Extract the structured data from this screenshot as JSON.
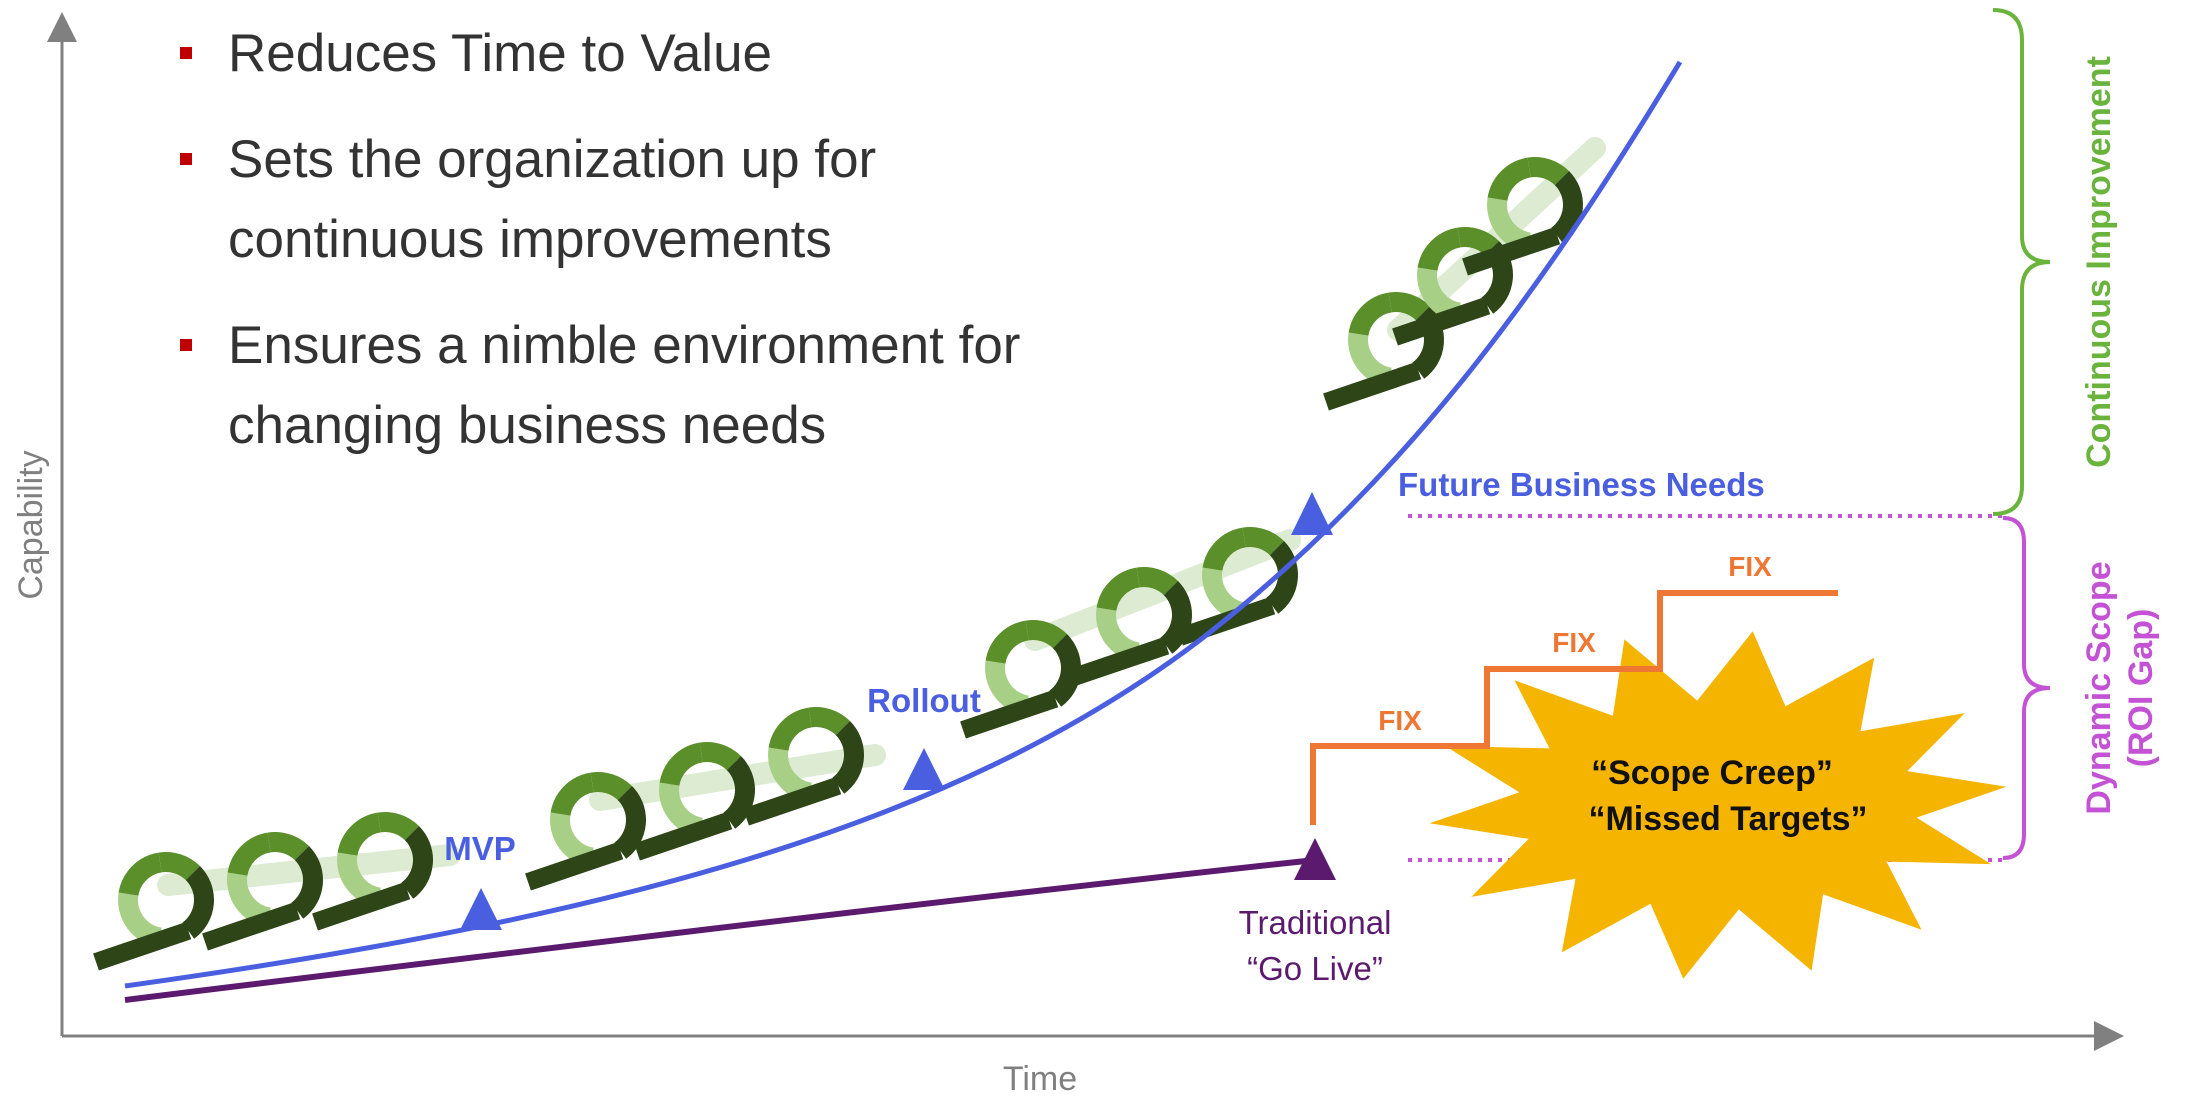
{
  "bullets": [
    {
      "text": "Reduces Time to Value"
    },
    {
      "text": "Sets the organization up for continuous improvements"
    },
    {
      "text": "Ensures a nimble environment  for changing business needs"
    }
  ],
  "axes": {
    "x_label": "Time",
    "y_label": "Capability"
  },
  "milestones": {
    "mvp": "MVP",
    "rollout": "Rollout",
    "traditional_line1": "Traditional",
    "traditional_line2": "“Go Live”",
    "future": "Future Business Needs"
  },
  "fixes": [
    "FIX",
    "FIX",
    "FIX"
  ],
  "burst": {
    "line1": "“Scope Creep”",
    "line2": "“Missed Targets”"
  },
  "brackets": {
    "continuous": "Continuous Improvement",
    "dynamic_line1": "Dynamic Scope",
    "dynamic_line2": "(ROI Gap)"
  },
  "colors": {
    "axis": "#808080",
    "agile_curve": "#4a5fe0",
    "traditional_curve": "#5c1a6e",
    "fix_steps": "#ee7733",
    "burst": "#f5b400",
    "continuous": "#6ab43e",
    "dynamic": "#c452d4",
    "bullet_marker": "#c00000",
    "loop_dark": "#2e4617",
    "loop_mid": "#5a8f2a",
    "loop_light": "#a7cf86"
  }
}
